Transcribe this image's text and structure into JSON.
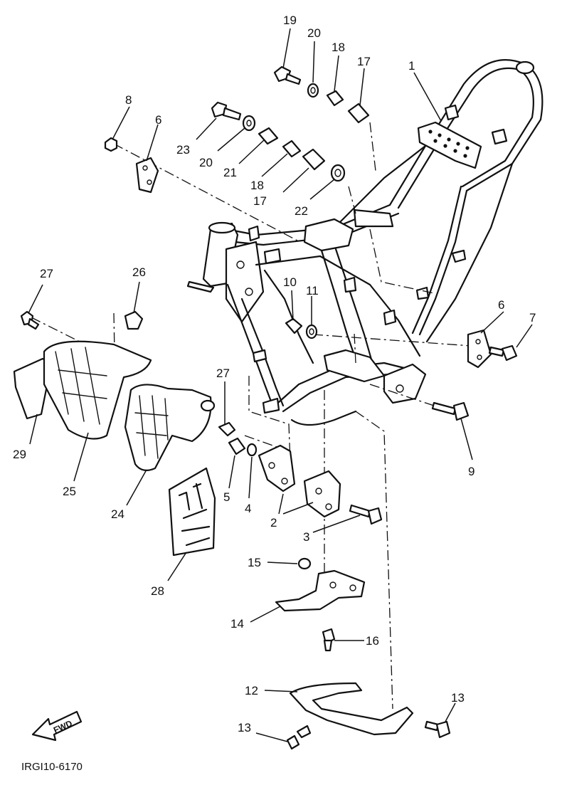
{
  "diagram": {
    "drawing_code": "IRGI10-6170",
    "fwd_label": "FWD",
    "callouts": [
      {
        "id": "c1",
        "label": "1"
      },
      {
        "id": "c2",
        "label": "2"
      },
      {
        "id": "c3",
        "label": "3"
      },
      {
        "id": "c4",
        "label": "4"
      },
      {
        "id": "c5",
        "label": "5"
      },
      {
        "id": "c6a",
        "label": "6"
      },
      {
        "id": "c6b",
        "label": "6"
      },
      {
        "id": "c7",
        "label": "7"
      },
      {
        "id": "c8",
        "label": "8"
      },
      {
        "id": "c9",
        "label": "9"
      },
      {
        "id": "c10",
        "label": "10"
      },
      {
        "id": "c11",
        "label": "11"
      },
      {
        "id": "c12",
        "label": "12"
      },
      {
        "id": "c13a",
        "label": "13"
      },
      {
        "id": "c13b",
        "label": "13"
      },
      {
        "id": "c14",
        "label": "14"
      },
      {
        "id": "c15",
        "label": "15"
      },
      {
        "id": "c16",
        "label": "16"
      },
      {
        "id": "c17a",
        "label": "17"
      },
      {
        "id": "c17b",
        "label": "17"
      },
      {
        "id": "c18a",
        "label": "18"
      },
      {
        "id": "c18b",
        "label": "18"
      },
      {
        "id": "c19",
        "label": "19"
      },
      {
        "id": "c20a",
        "label": "20"
      },
      {
        "id": "c20b",
        "label": "20"
      },
      {
        "id": "c21",
        "label": "21"
      },
      {
        "id": "c22",
        "label": "22"
      },
      {
        "id": "c23",
        "label": "23"
      },
      {
        "id": "c24",
        "label": "24"
      },
      {
        "id": "c25",
        "label": "25"
      },
      {
        "id": "c26",
        "label": "26"
      },
      {
        "id": "c27a",
        "label": "27"
      },
      {
        "id": "c27b",
        "label": "27"
      },
      {
        "id": "c28",
        "label": "28"
      },
      {
        "id": "c29",
        "label": "29"
      }
    ]
  }
}
